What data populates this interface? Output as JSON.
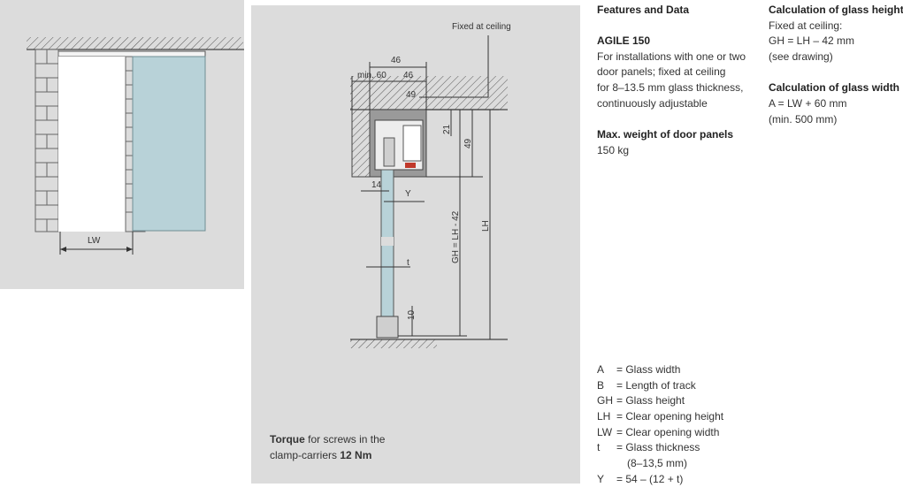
{
  "left_drawing": {
    "lw_label": "LW"
  },
  "mid_drawing": {
    "fixed_at_ceiling": "Fixed at ceiling",
    "dim_46_top": "46",
    "dim_min60": "min. 60",
    "dim_46": "46",
    "dim_49_small": "49",
    "dim_21": "21",
    "dim_49": "49",
    "dim_14": "14",
    "dim_y": "Y",
    "dim_gh": "GH = LH - 42",
    "dim_lh": "LH",
    "dim_t": "t",
    "dim_10": "10",
    "torque_prefix": "Torque",
    "torque_mid": " for screws in the",
    "torque_line2": "clamp-carriers ",
    "torque_value": "12 Nm"
  },
  "features": {
    "heading": "Features and Data",
    "product": "AGILE 150",
    "lines": [
      "For installations with one or two",
      "door panels; fixed at ceiling",
      "for 8–13.5 mm glass thickness,",
      "continuously adjustable"
    ],
    "max_weight_heading": "Max. weight of door panels",
    "max_weight_value": "150 kg"
  },
  "calc": {
    "height_heading": "Calculation of glass height",
    "height_lines": [
      "Fixed at ceiling:",
      "GH = LH – 42 mm",
      "(see drawing)"
    ],
    "width_heading": "Calculation of glass width",
    "width_lines": [
      "A = LW + 60 mm",
      "(min. 500 mm)"
    ]
  },
  "legend": [
    {
      "key": "A",
      "text": "= Glass width"
    },
    {
      "key": "B",
      "text": "= Length of track"
    },
    {
      "key": "GH",
      "text": "= Glass height"
    },
    {
      "key": "LH",
      "text": "= Clear opening height"
    },
    {
      "key": "LW",
      "text": "= Clear opening width"
    },
    {
      "key": "t",
      "text": "= Glass thickness"
    },
    {
      "key": "",
      "text": "(8–13,5 mm)"
    },
    {
      "key": "Y",
      "text": "= 54 – (12 + t)"
    }
  ]
}
